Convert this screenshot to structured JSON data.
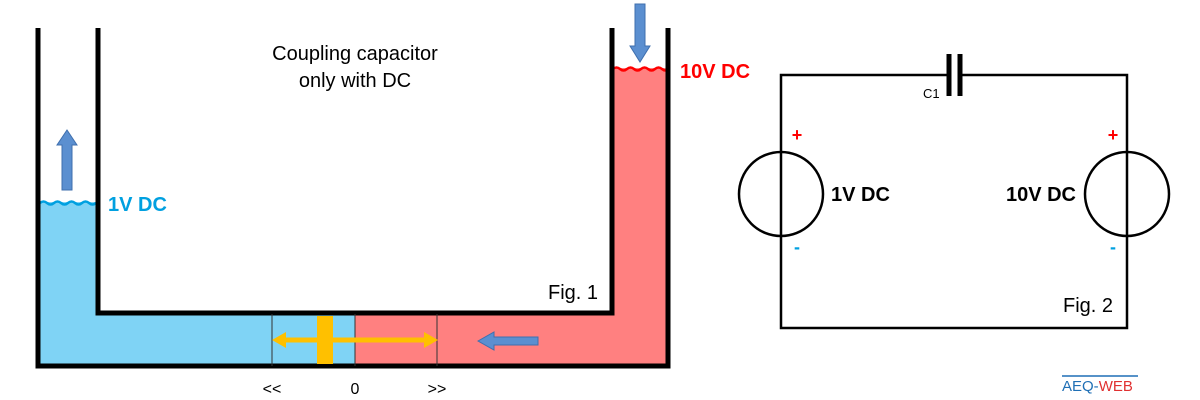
{
  "fig1": {
    "title_line1": "Coupling capacitor",
    "title_line2": "only with DC",
    "left_level_label": "1V DC",
    "right_level_label": "10V DC",
    "caption": "Fig. 1",
    "scale_left": "<<",
    "scale_center": "0",
    "scale_right": ">>"
  },
  "fig2": {
    "capacitor_label": "C1",
    "left_source_label": "1V DC",
    "right_source_label": "10V DC",
    "plus_sign": "+",
    "minus_sign": "-",
    "caption": "Fig. 2"
  },
  "brand": {
    "part1": "AEQ-",
    "part2": "WEB"
  },
  "colors": {
    "blue_liquid": "#7fd3f5",
    "red_liquid": "#ff8080",
    "label_blue": "#00a0e0",
    "label_red": "#ff0000",
    "arrow_blue": "#5b8fd0",
    "piston_orange": "#ffc000",
    "brand_blue": "#1f6fb5",
    "brand_red": "#e03030"
  }
}
